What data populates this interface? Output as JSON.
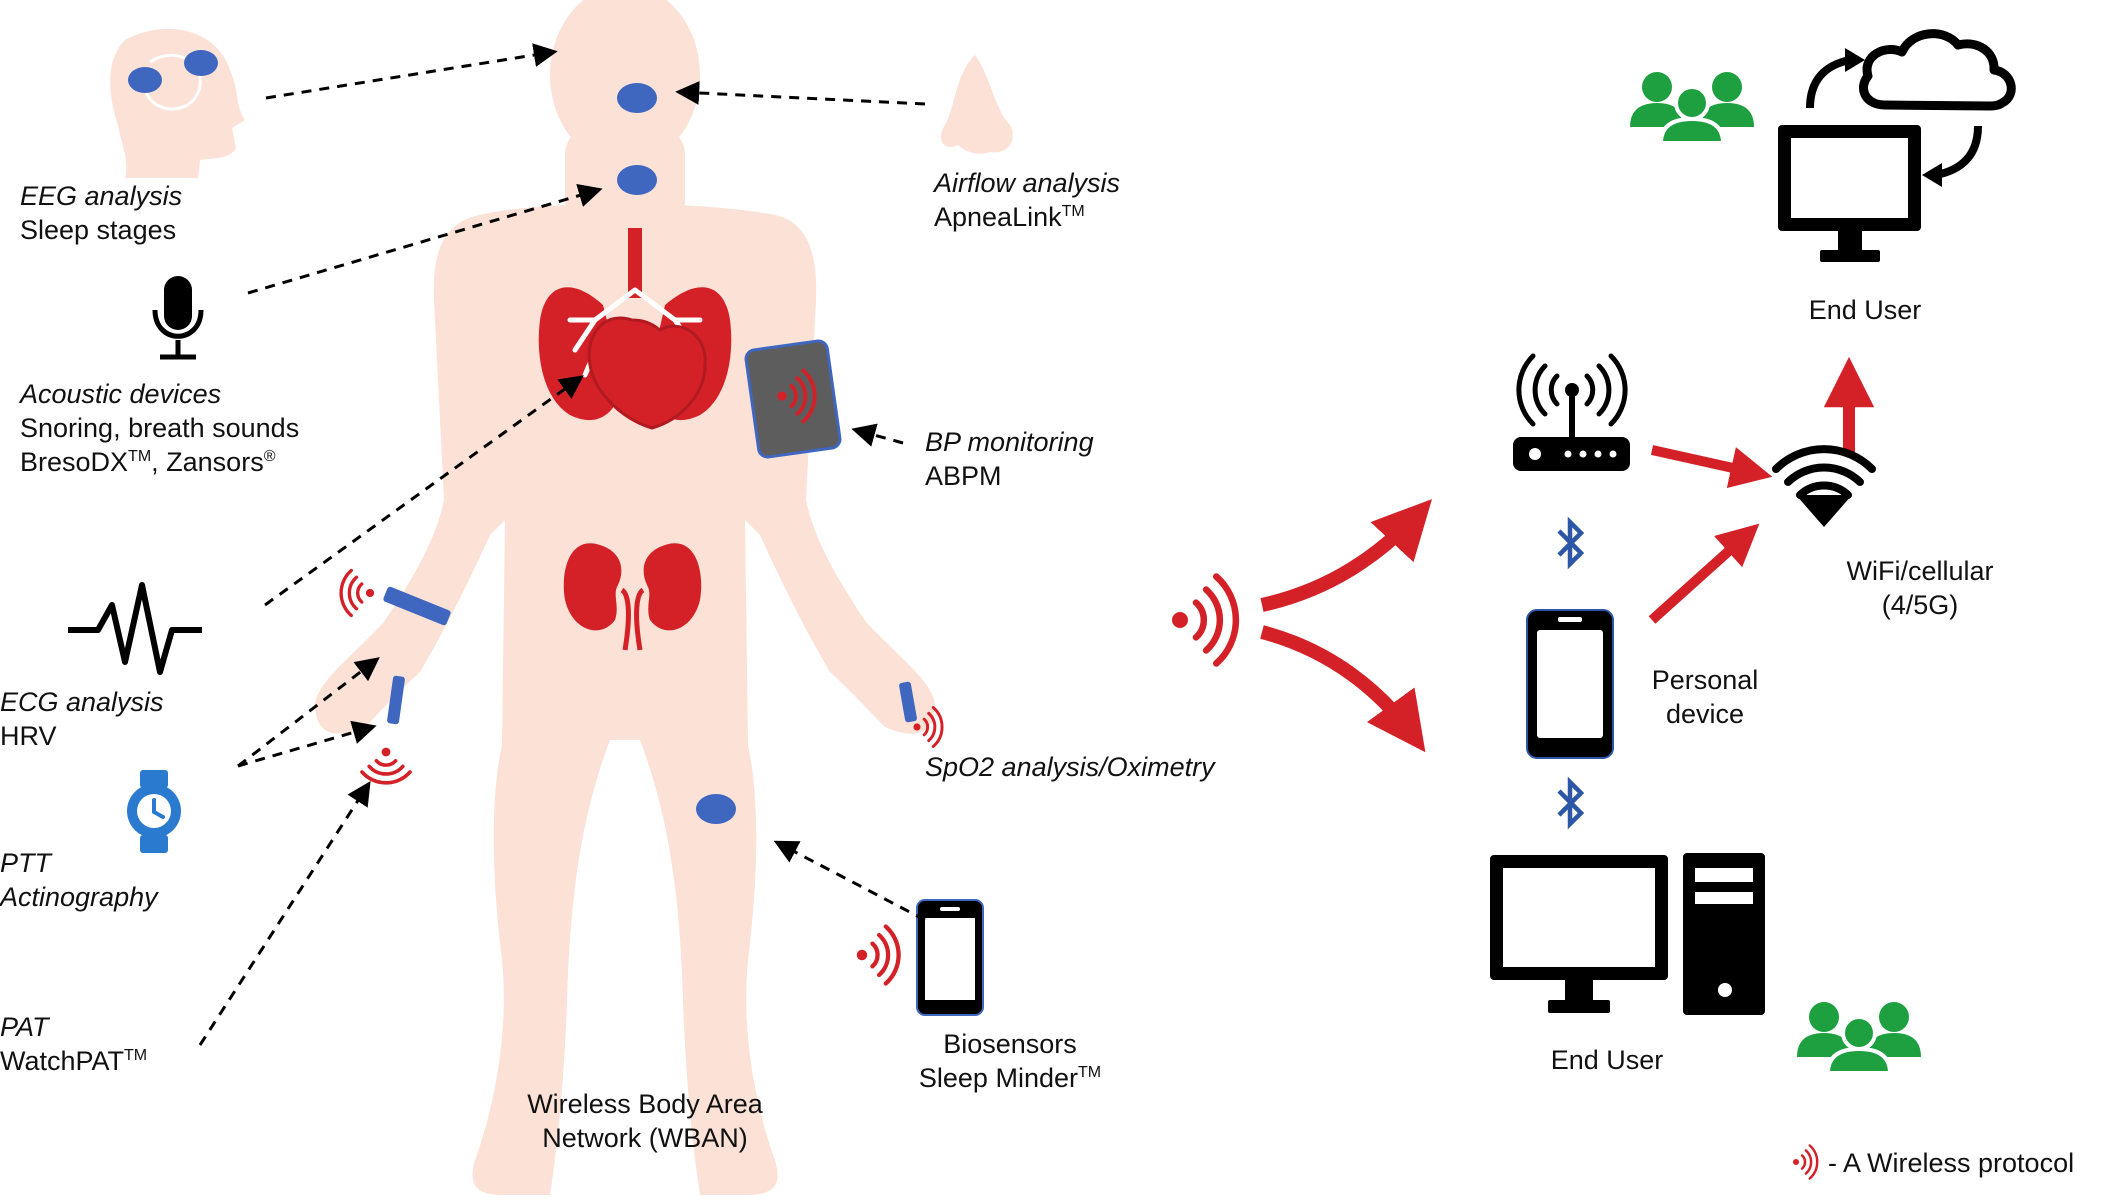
{
  "labels": {
    "eeg": {
      "line1": "EEG analysis",
      "line2": "Sleep stages"
    },
    "airflow": {
      "line1": "Airflow analysis",
      "line2": "ApneaLink",
      "line2_sup": "TM"
    },
    "acoustic": {
      "line1": "Acoustic devices",
      "line2": "Snoring, breath sounds",
      "line3a": "BresoDX",
      "line3a_sup": "TM",
      "line3b": ", Zansors",
      "line3b_sup": "®"
    },
    "bp": {
      "line1": "BP monitoring",
      "line2": "ABPM"
    },
    "ecg": {
      "line1": "ECG analysis",
      "line2": "HRV"
    },
    "ptt": {
      "line1": "PTT",
      "line2": "Actinography"
    },
    "pat": {
      "line1": "PAT",
      "line2": "WatchPAT",
      "line2_sup": "TM"
    },
    "spo2": {
      "line1": "SpO2 analysis/Oximetry"
    },
    "biosensors": {
      "line1": "Biosensors",
      "line2": "Sleep Minder",
      "line2_sup": "TM"
    },
    "wban": {
      "line1": "Wireless Body Area",
      "line2": "Network (WBAN)"
    },
    "end_user_top": "End User",
    "end_user_bottom": "End User",
    "wifi": {
      "line1": "WiFi/cellular",
      "line2": "(4/5G)"
    },
    "personal_device": {
      "line1": "Personal",
      "line2": "device"
    },
    "legend": "- A Wireless protocol"
  },
  "colors": {
    "skin": "#fbe1d6",
    "organ_red": "#d42128",
    "sensor_blue": "#3f67c0",
    "group_green": "#1fa040",
    "icon_black": "#000000",
    "bluetooth_blue": "#2c56a6",
    "cuff_gray": "#5d5d5d"
  },
  "icons": [
    "brain-head-icon",
    "nose-icon",
    "microphone-icon",
    "ecg-wave-icon",
    "smartwatch-icon",
    "smartphone-icon",
    "router-icon",
    "wifi-icon",
    "cloud-icon",
    "monitor-icon",
    "desktop-computer-icon",
    "bluetooth-icon",
    "people-group-icon",
    "wireless-signal-icon",
    "lungs-icon",
    "heart-icon",
    "kidneys-icon"
  ]
}
